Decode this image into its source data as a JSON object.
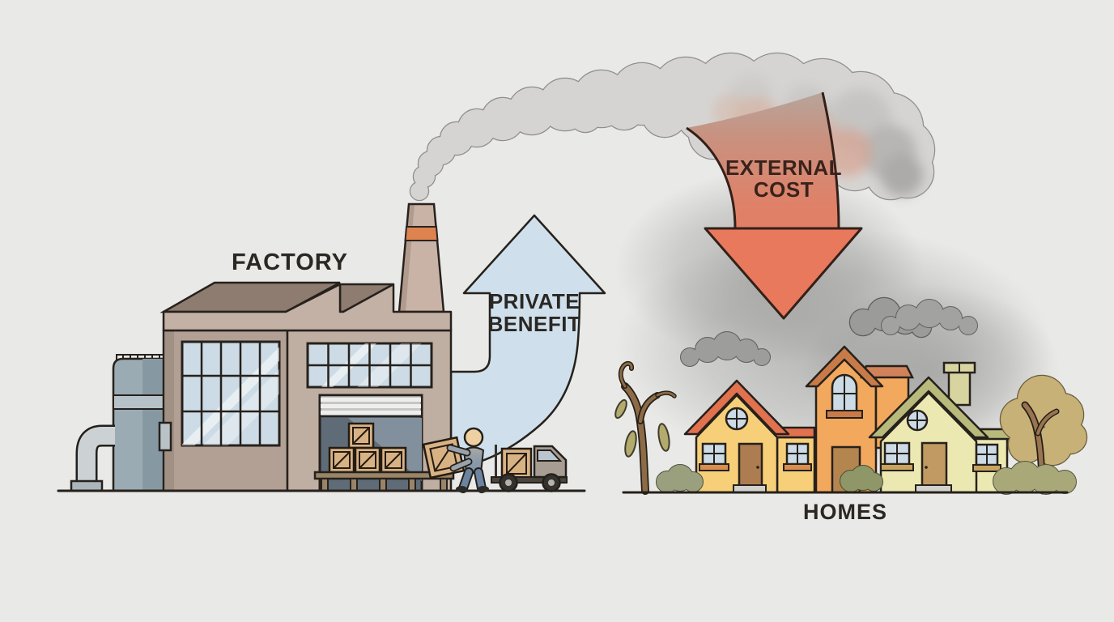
{
  "scene": {
    "factory_label": "FACTORY",
    "homes_label": "HOMES",
    "private_benefit_arrow": {
      "line1": "PRIVATE",
      "line2": "BENEFIT"
    },
    "external_cost_arrow": {
      "line1": "EXTERNAL",
      "line2": "COST"
    }
  },
  "colors": {
    "background": "#e9e9e7",
    "label_text": "#2b2723",
    "external_label_text": "#3a221c",
    "private_benefit_fill": "#cfe0ec",
    "external_cost_fill": "#e8795c",
    "smoke_fill": "#d5d4d2",
    "dark_cloud_fill": "#9d9d9b",
    "factory_wall_left": "#b2a095",
    "factory_wall_right": "#bfaea2",
    "factory_roof_dark": "#8d7c6f",
    "factory_roof_band": "#c3b1a5",
    "chimney_fill": "#c9b3a6",
    "chimney_stripe": "#dd8350",
    "window_glass": "#ccdbe5",
    "garage_interior": "#5f6c78",
    "crate_fill": "#d9b284",
    "tank_fill": "#9aabb4",
    "pipe_fill": "#ccd1d3",
    "house_left_wall": "#f6cf78",
    "house_left_roof": "#e2714e",
    "house_middle_wall": "#f2a85d",
    "house_middle_roof": "#c87b49",
    "house_right_wall": "#ece8b2",
    "house_right_roof": "#b8ba7c",
    "door_brown": "#ad7c50",
    "ground_line": "#26211c"
  }
}
